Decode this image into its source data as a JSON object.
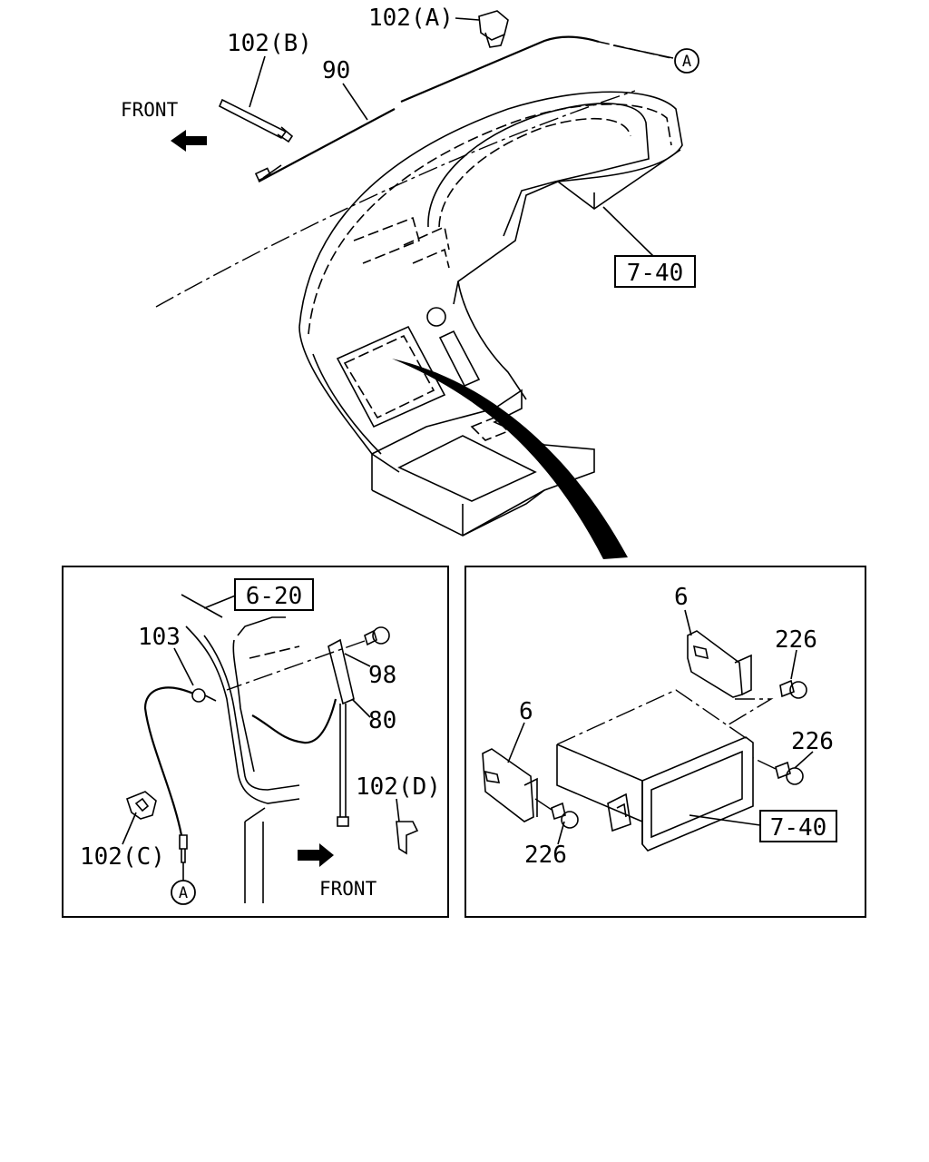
{
  "labels": {
    "part_102a": "102(A)",
    "part_102b": "102(B)",
    "part_90": "90",
    "front_top": "FRONT",
    "callout_a_top": "A",
    "ref_7_40_top": "7-40",
    "ref_6_20": "6-20",
    "part_103": "103",
    "part_98": "98",
    "part_80": "80",
    "part_102d": "102(D)",
    "part_102c": "102(C)",
    "callout_a_left": "A",
    "front_left": "FRONT",
    "part_6_upper": "6",
    "part_226_upper": "226",
    "part_226_mid": "226",
    "part_6_lower": "6",
    "part_226_lower": "226",
    "ref_7_40_right": "7-40"
  },
  "colors": {
    "ink": "#000000",
    "paper": "#ffffff"
  }
}
